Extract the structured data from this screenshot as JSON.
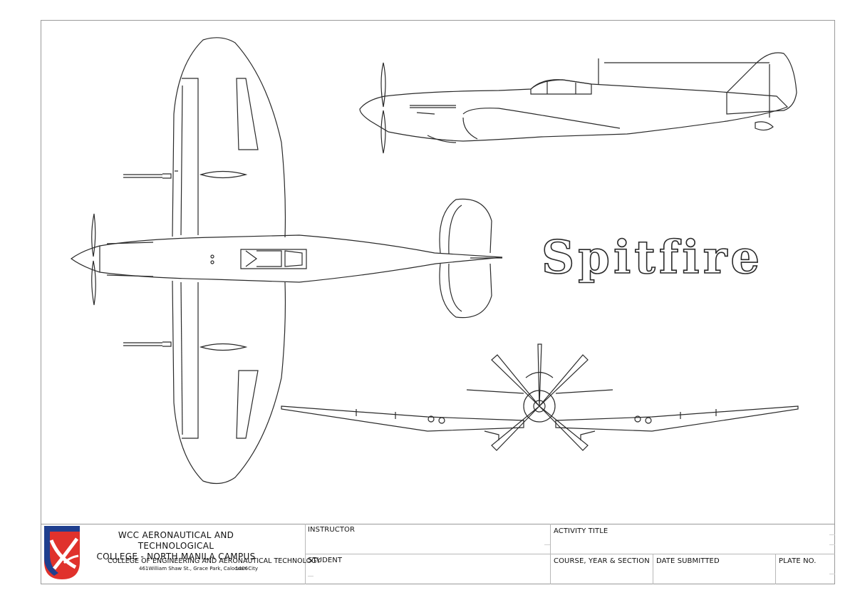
{
  "drawing": {
    "title": "Spitfire"
  },
  "title_block": {
    "school_line1": "WCC AERONAUTICAL AND TECHNOLOGICAL",
    "school_line2": "COLLEGE - NORTH MANILA CAMPUS",
    "college": "COLLEGE OF ENGINEERING AND AERONAUTICAL TECHNOLOGY",
    "address": "461William Shaw St., Grace Park, Caloocan City",
    "address_code": "1406",
    "instructor_label": "INSTRUCTOR",
    "student_label": "STUDENT",
    "activity_title_label": "ACTIVITY TITLE",
    "course_label": "COURSE, YEAR & SECTION",
    "date_label": "DATE SUBMITTED",
    "plate_label": "PLATE NO."
  },
  "colors": {
    "logo_blue": "#1f3f8f",
    "logo_red": "#e0322c",
    "line": "#2a2a2a"
  }
}
